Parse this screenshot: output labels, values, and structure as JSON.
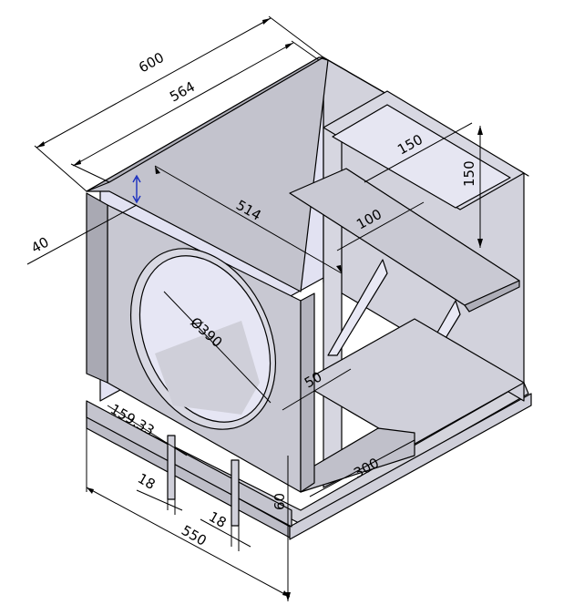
{
  "diagram": {
    "colors": {
      "face_light": "#dcdce8",
      "face_mid": "#c8c8d2",
      "face_dark": "#a9a9b3",
      "interior": "#e4e4f4",
      "edge": "#000000",
      "accent_arrow": "#1a2fbf"
    },
    "dimensions": {
      "overall_width": "600",
      "inner_width": "564",
      "inner_depth": "514",
      "wall_thickness": "40",
      "port_width": "150",
      "port_height": "150",
      "shelf_width": "100",
      "woofer_diameter": "Ø390",
      "brace_offset": "50",
      "base_depth": "300",
      "base_height": "60",
      "foot_offset": "159.33",
      "foot_width_left": "18",
      "foot_width_right": "18",
      "bottom_width": "550"
    }
  }
}
